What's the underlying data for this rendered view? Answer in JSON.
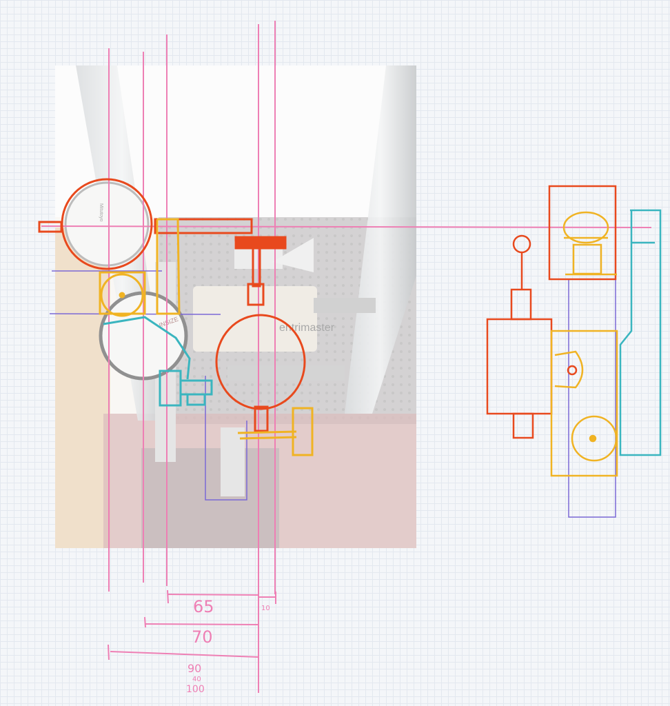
{
  "sketch": {
    "photo_labels": {
      "machine_brand": "entrimaster",
      "dial_top_brand": "Mitutoyo",
      "dial_bottom_brand": "INSIZE"
    },
    "dimensions": {
      "d65": "65",
      "d10": "10",
      "d70": "70",
      "d90": "90",
      "d90_alt": "40",
      "d100": "100"
    },
    "colors": {
      "pink": "#ee7fb4",
      "orange": "#e8491d",
      "yellow": "#f0b323",
      "cyan": "#3ab5bf",
      "purple": "#7b68d6"
    }
  }
}
